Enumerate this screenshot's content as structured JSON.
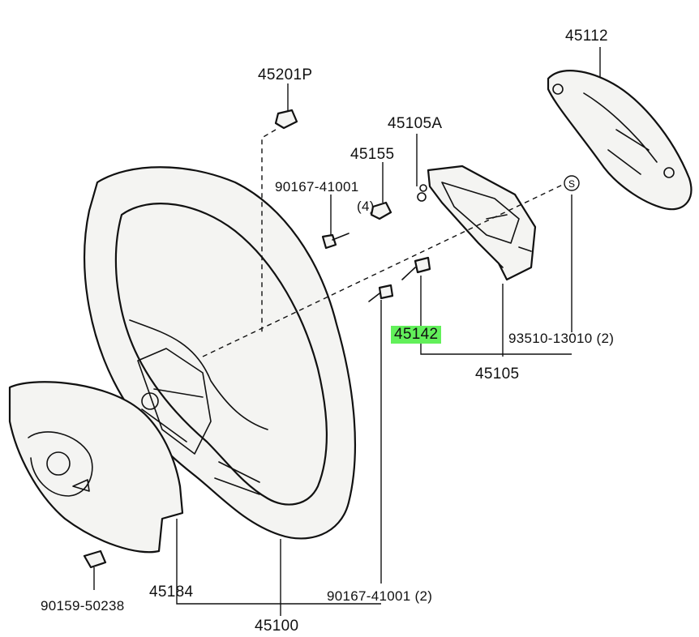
{
  "labels": {
    "p45112": "45112",
    "p45201p": "45201P",
    "p45105a": "45105A",
    "p45155": "45155",
    "p90167_41001_4": "90167-41001",
    "qty_4": "(4)",
    "p45142": "45142",
    "p93510": "93510-13010 (2)",
    "p45105": "45105",
    "p45184": "45184",
    "p90159": "90159-50238",
    "p90167_41001_2": "90167-41001 (2)",
    "p45100": "45100",
    "symbol_s": "S"
  },
  "highlight": {
    "part": "45142",
    "color": "#62f05a"
  }
}
